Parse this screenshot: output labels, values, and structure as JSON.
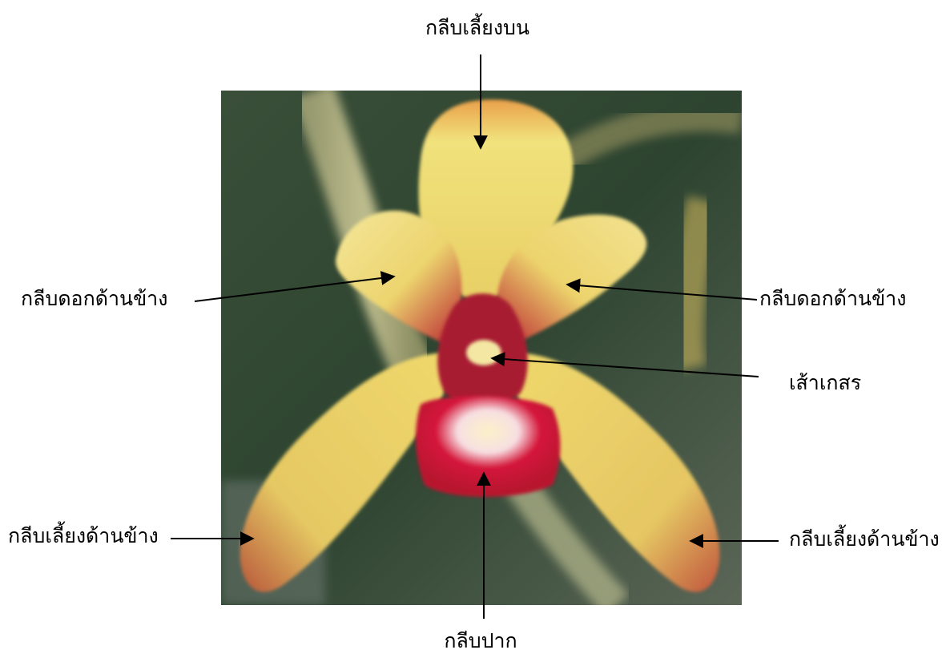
{
  "labels": {
    "dorsal_sepal": "กลีบเลี้ยงบน",
    "petal_left": "กลีบดอกด้านข้าง",
    "petal_right": "กลีบดอกด้านข้าง",
    "column": "เส้าเกสร",
    "lateral_sepal_left": "กลีบเลี้ยงด้านข้าง",
    "lateral_sepal_right": "กลีบเลี้ยงด้านข้าง",
    "lip": "กลีบปาก"
  },
  "colors": {
    "background_dark": "#2d4430",
    "background_mid": "#4d5c47",
    "stem": "#c9c391",
    "petal_yellow": "#efe07a",
    "petal_red": "#c7213a",
    "lip_red": "#d5193c",
    "arrow": "#000000"
  }
}
